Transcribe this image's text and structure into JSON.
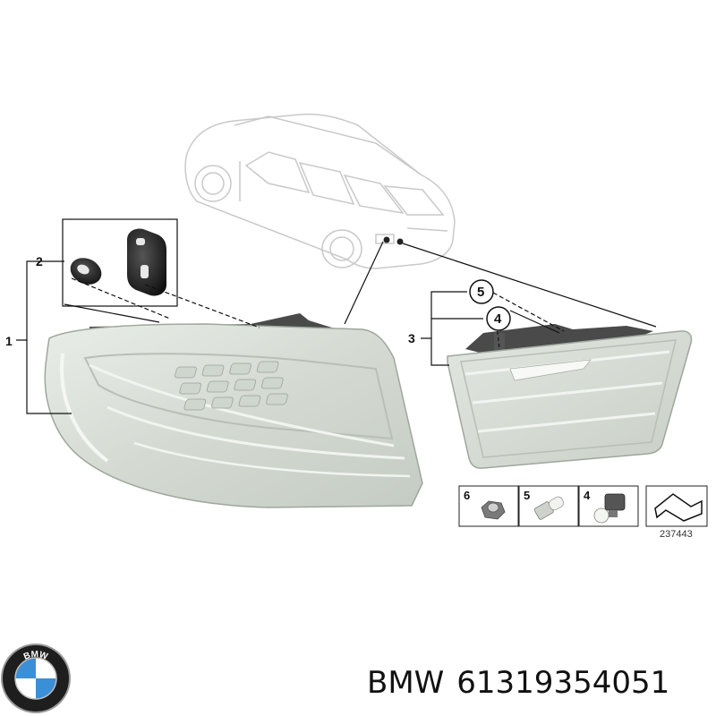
{
  "callouts": {
    "c1": "1",
    "c2": "2",
    "c3": "3",
    "c4": "4",
    "c5": "5"
  },
  "parts_row": {
    "p6": "6",
    "p5": "5",
    "p4": "4",
    "diagram_id": "237443"
  },
  "logo": {
    "ring_text": "BMW",
    "brand_blue": "#3b8fd6"
  },
  "caption": {
    "brand": "BMW",
    "part_number": "61319354051"
  }
}
